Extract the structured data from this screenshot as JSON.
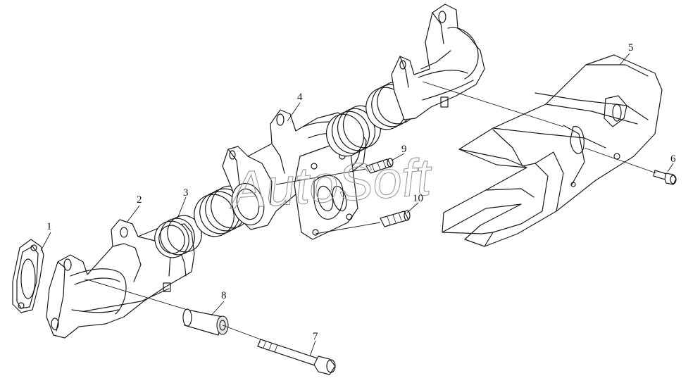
{
  "diagram": {
    "watermark": "AutoSoft",
    "callouts": [
      {
        "id": "c1",
        "label": "1"
      },
      {
        "id": "c2",
        "label": "2"
      },
      {
        "id": "c3",
        "label": "3"
      },
      {
        "id": "c4",
        "label": "4"
      },
      {
        "id": "c5",
        "label": "5"
      },
      {
        "id": "c6",
        "label": "6"
      },
      {
        "id": "c7",
        "label": "7"
      },
      {
        "id": "c8",
        "label": "8"
      },
      {
        "id": "c9",
        "label": "9"
      },
      {
        "id": "c10",
        "label": "10"
      }
    ]
  }
}
